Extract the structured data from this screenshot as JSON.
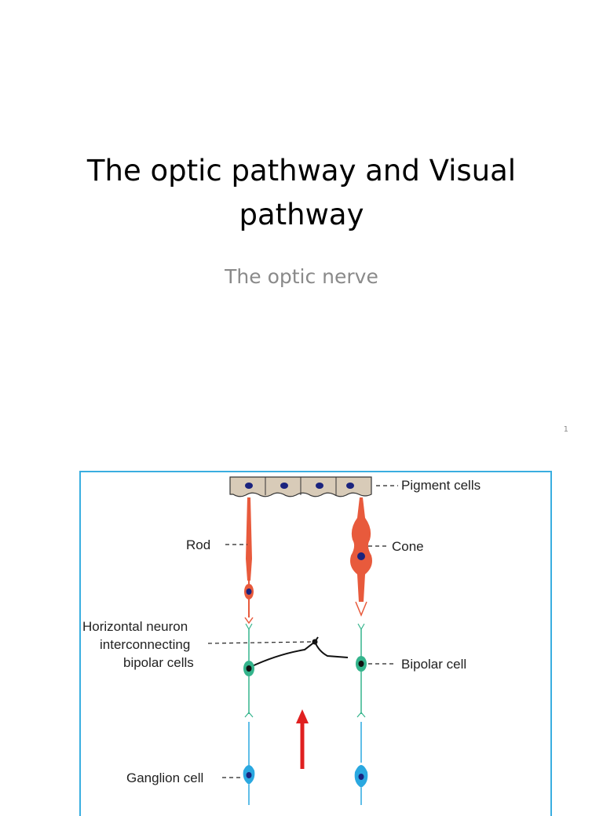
{
  "slide": {
    "title": "The optic pathway and Visual pathway",
    "subtitle": "The optic nerve",
    "number": "1"
  },
  "diagram": {
    "labels": {
      "pigment": "Pigment cells",
      "rod": "Rod",
      "cone": "Cone",
      "horizontal_line1": "Horizontal neuron",
      "horizontal_line2": "interconnecting",
      "horizontal_line3": "bipolar cells",
      "bipolar": "Bipolar cell",
      "ganglion": "Ganglion cell"
    },
    "colors": {
      "frame": "#3aaee0",
      "pigment_fill": "#d8cbb8",
      "nucleus": "#1a237e",
      "photoreceptor": "#e85a3c",
      "bipolar_axon": "#34b48c",
      "ganglion": "#2aa8e0",
      "arrow": "#e02020"
    }
  }
}
